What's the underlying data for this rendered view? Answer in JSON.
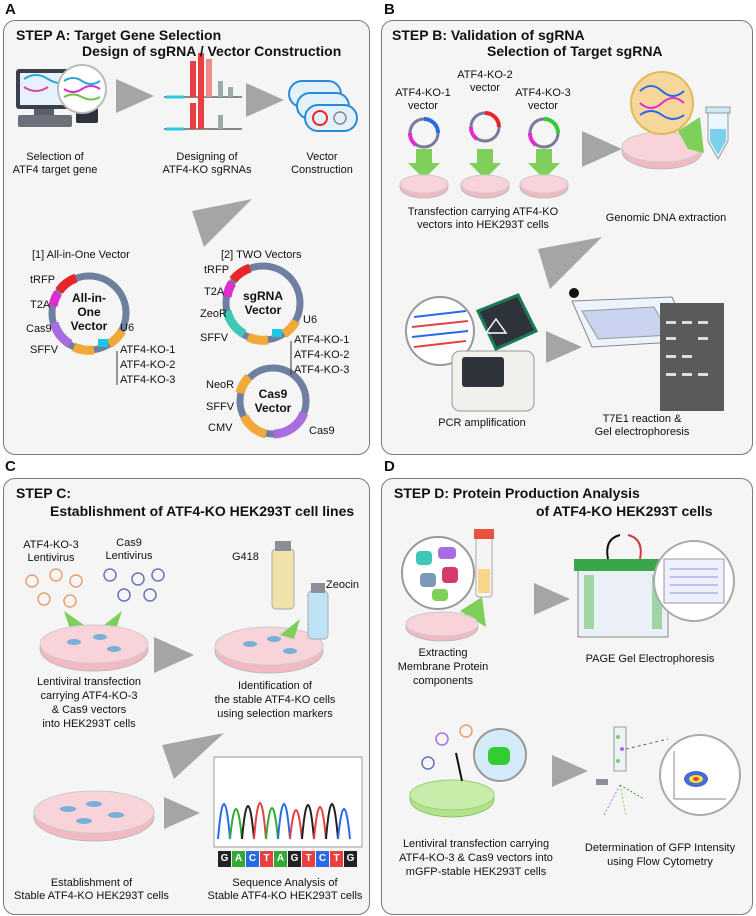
{
  "panels": {
    "A": {
      "letter": "A",
      "title1": "STEP A: Target Gene Selection",
      "title2": "Design of sgRNA / Vector Construction",
      "selection_1": "Selection of",
      "selection_2": "ATF4 target gene",
      "designing_1": "Designing of",
      "designing_2": "ATF4-KO sgRNAs",
      "vector_1": "Vector",
      "vector_2": "Construction",
      "allinone_heading": "[1] All-in-One Vector",
      "two_heading": "[2] TWO Vectors",
      "allinone_center_1": "All-in-",
      "allinone_center_2": "One",
      "allinone_center_3": "Vector",
      "sgrna_center_1": "sgRNA",
      "sgrna_center_2": "Vector",
      "cas9_center_1": "Cas9",
      "cas9_center_2": "Vector",
      "tRFP": "tRFP",
      "T2A": "T2A",
      "Cas9": "Cas9",
      "SFFV": "SFFV",
      "U6": "U6",
      "ZeoR": "ZeoR",
      "NeoR": "NeoR",
      "CMV": "CMV",
      "ko1": "ATF4-KO-1",
      "ko2": "ATF4-KO-2",
      "ko3": "ATF4-KO-3"
    },
    "B": {
      "letter": "B",
      "title1": "STEP B: Validation of sgRNA",
      "title2": "Selection of Target sgRNA",
      "v1_1": "ATF4-KO-1",
      "v1_2": "vector",
      "v2_1": "ATF4-KO-2",
      "v2_2": "vector",
      "v3_1": "ATF4-KO-3",
      "v3_2": "vector",
      "transfection_1": "Transfection carrying ATF4-KO",
      "transfection_2": "vectors into HEK293T cells",
      "genomic": "Genomic DNA extraction",
      "pcr": "PCR amplification",
      "t7_1": "T7E1 reaction  &",
      "t7_2": "Gel electrophoresis"
    },
    "C": {
      "letter": "C",
      "title1": "STEP C:",
      "title2": "Establishment of ATF4-KO HEK293T cell lines",
      "lenti1_1": "ATF4-KO-3",
      "lenti1_2": "Lentivirus",
      "lenti2_1": "Cas9",
      "lenti2_2": "Lentivirus",
      "g418": "G418",
      "zeocin": "Zeocin",
      "trans_1": "Lentiviral transfection",
      "trans_2": "carrying ATF4-KO-3",
      "trans_3": "& Cas9 vectors",
      "trans_4": "into HEK293T cells",
      "ident_1": "Identification of",
      "ident_2": "the stable ATF4-KO cells",
      "ident_3": "using selection markers",
      "estab_1": "Establishment of",
      "estab_2": "Stable ATF4-KO HEK293T cells",
      "seq_1": "Sequence Analysis of",
      "seq_2": "Stable ATF4-KO HEK293T cells",
      "bases": [
        "G",
        "A",
        "C",
        "T",
        "A",
        "G",
        "T",
        "C",
        "T",
        "G"
      ]
    },
    "D": {
      "letter": "D",
      "title1": "STEP D: Protein Production Analysis",
      "title2": "of ATF4-KO HEK293T cells",
      "extract_1": "Extracting",
      "extract_2": "Membrane Protein",
      "extract_3": "components",
      "page": "PAGE Gel Electrophoresis",
      "lenti_1": "Lentiviral transfection carrying",
      "lenti_2": "ATF4-KO-3 & Cas9 vectors  into",
      "lenti_3": "mGFP-stable HEK293T cells",
      "gfp_1": "Determination of GFP Intensity",
      "gfp_2": "using Flow Cytometry"
    }
  },
  "colors": {
    "panel_bg": "#f5f5f5",
    "dish_pink": "#f3b9c3",
    "arrow_green": "#6cc24a",
    "arrow_gray": "#a0a0a0",
    "trfp_red": "#e8262a",
    "t2a_magenta": "#e02bd0",
    "cas9_purple": "#a86ee0",
    "sffv_orange": "#f2a83a",
    "u6_cyan": "#1cc6e8",
    "zeor_teal": "#3ec9b7",
    "backbone_gray": "#6f7fa0"
  }
}
